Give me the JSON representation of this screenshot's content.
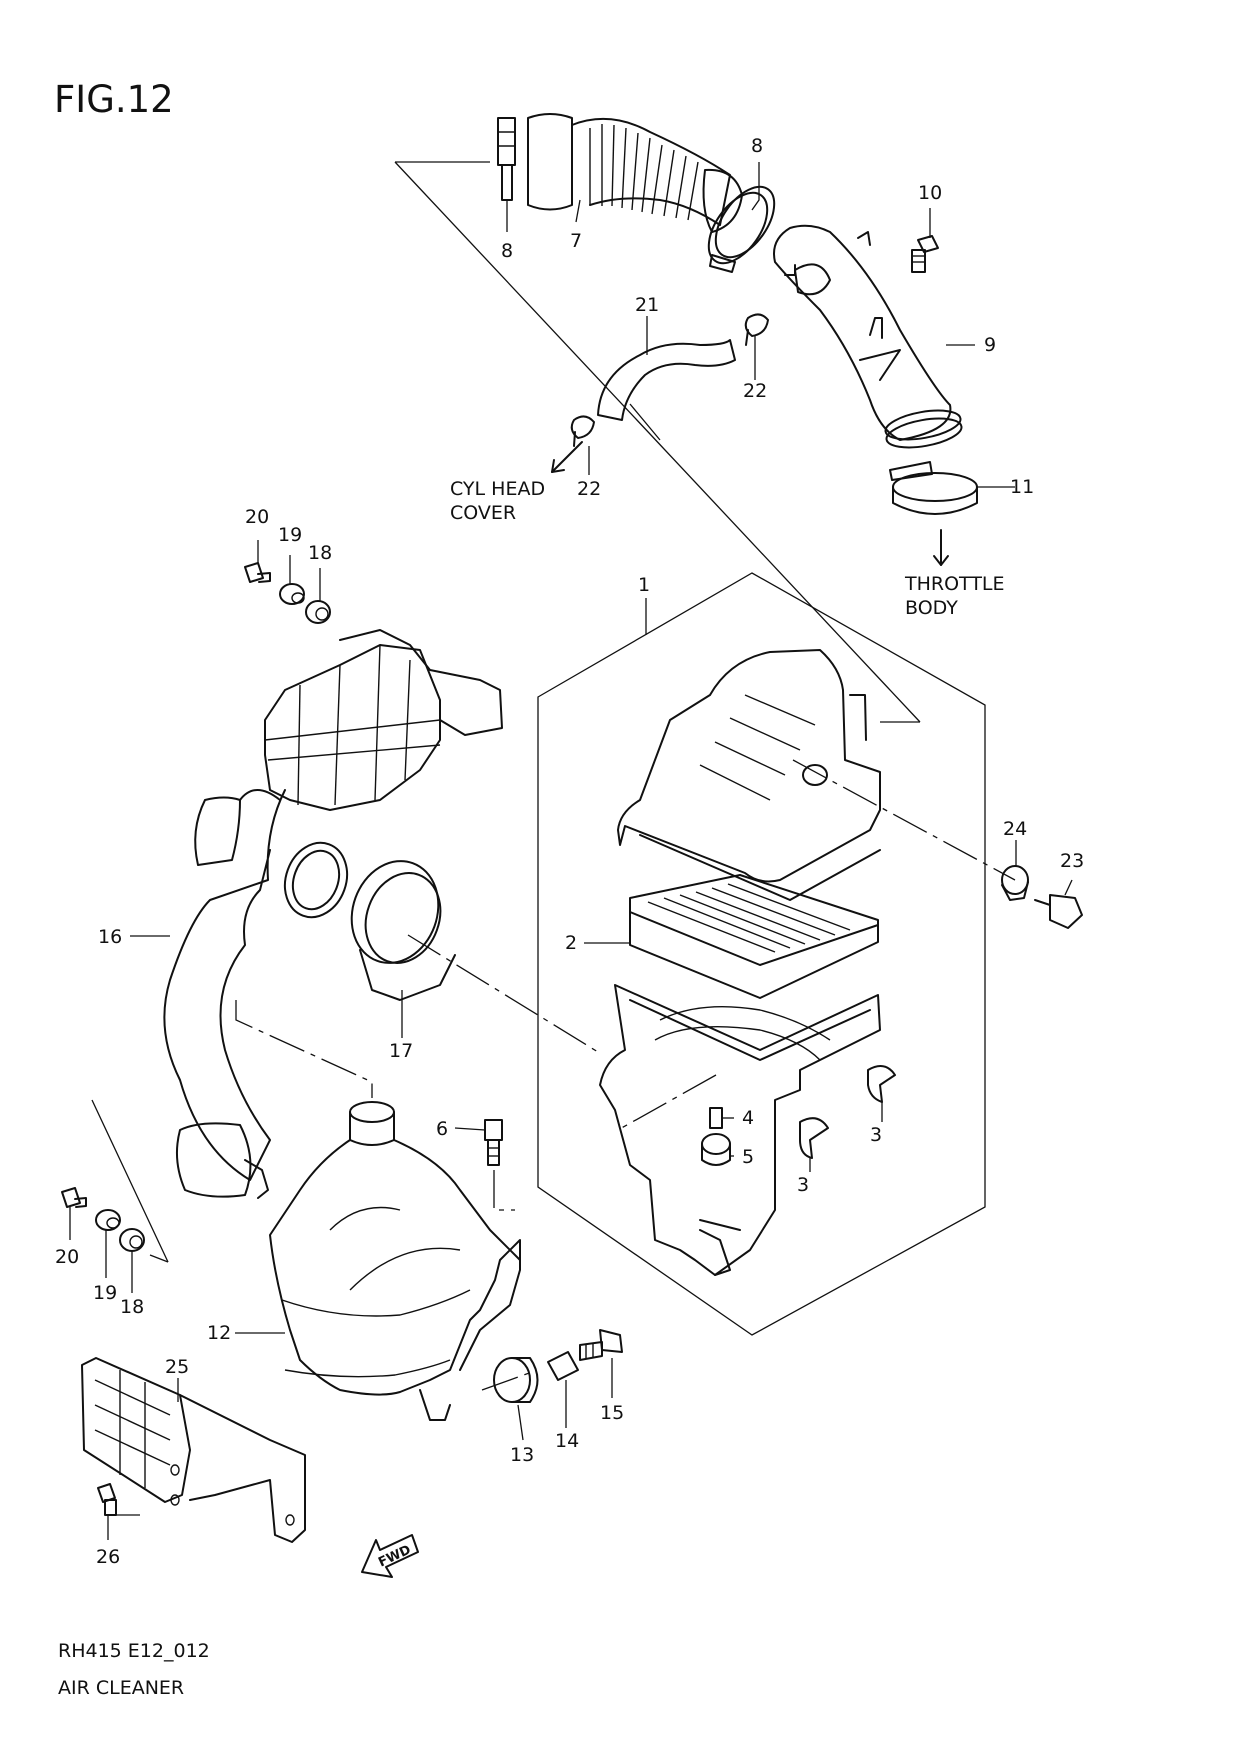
{
  "figure": {
    "title": "FIG.12",
    "code": "RH415 E12_012",
    "name": "AIR CLEANER"
  },
  "notes": {
    "cyl_head_cover_line1": "CYL HEAD",
    "cyl_head_cover_line2": "COVER",
    "throttle_body_line1": "THROTTLE",
    "throttle_body_line2": "BODY",
    "fwd": "FWD"
  },
  "callouts": [
    {
      "id": "c8a",
      "text": "8"
    },
    {
      "id": "c7",
      "text": "7"
    },
    {
      "id": "c8b",
      "text": "8"
    },
    {
      "id": "c10",
      "text": "10"
    },
    {
      "id": "c21",
      "text": "21"
    },
    {
      "id": "c9",
      "text": "9"
    },
    {
      "id": "c22a",
      "text": "22"
    },
    {
      "id": "c22b",
      "text": "22"
    },
    {
      "id": "c11",
      "text": "11"
    },
    {
      "id": "c20a",
      "text": "20"
    },
    {
      "id": "c19a",
      "text": "19"
    },
    {
      "id": "c18a",
      "text": "18"
    },
    {
      "id": "c1",
      "text": "1"
    },
    {
      "id": "c24",
      "text": "24"
    },
    {
      "id": "c23",
      "text": "23"
    },
    {
      "id": "c16",
      "text": "16"
    },
    {
      "id": "c2",
      "text": "2"
    },
    {
      "id": "c17",
      "text": "17"
    },
    {
      "id": "c6",
      "text": "6"
    },
    {
      "id": "c4",
      "text": "4"
    },
    {
      "id": "c5",
      "text": "5"
    },
    {
      "id": "c3a",
      "text": "3"
    },
    {
      "id": "c3b",
      "text": "3"
    },
    {
      "id": "c20b",
      "text": "20"
    },
    {
      "id": "c19b",
      "text": "19"
    },
    {
      "id": "c18b",
      "text": "18"
    },
    {
      "id": "c12",
      "text": "12"
    },
    {
      "id": "c25",
      "text": "25"
    },
    {
      "id": "c15",
      "text": "15"
    },
    {
      "id": "c14",
      "text": "14"
    },
    {
      "id": "c13",
      "text": "13"
    },
    {
      "id": "c26",
      "text": "26"
    }
  ]
}
